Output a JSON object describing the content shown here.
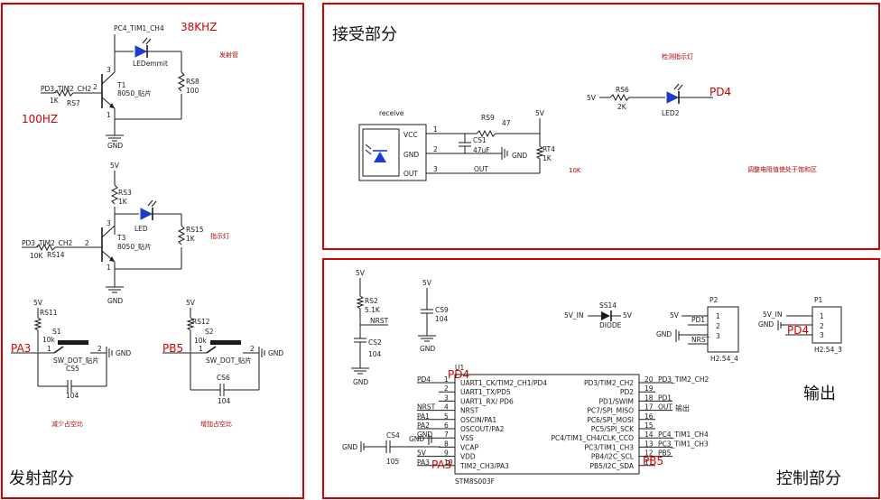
{
  "sections": {
    "transmit": "发射部分",
    "receive": "接受部分",
    "control": "控制部分",
    "output": "输出"
  },
  "transmit": {
    "net_top": "PC4_TIM1_CH4",
    "freq_38k": "38KHZ",
    "freq_100hz": "100HZ",
    "led_emit": "LEDemmit",
    "note_emit": "发射管",
    "rs8": "RS8",
    "rs8_val": "100",
    "t1": "T1",
    "t1_part": "8050_贴片",
    "pd3_1": "PD3_TIM2_CH2",
    "rs7_val": "1K",
    "rs7": "RS7",
    "gnd": "GND",
    "v5": "5V",
    "rs3": "RS3",
    "rs3_val": "1K",
    "led": "LED",
    "rs15": "RS15",
    "rs15_val": "1K",
    "note_indicator": "指示灯",
    "t3": "T3",
    "t3_part": "8050_贴片",
    "pd3_2": "PD3_TIM2_CH2",
    "rs14_val": "10K",
    "rs14": "RS14",
    "pin1": "1",
    "pin2": "2",
    "pin3": "3",
    "rs11": "RS11",
    "rs11_val": "10k",
    "s1": "S1",
    "s1_part": "SW_DOT_贴片",
    "cs5": "CS5",
    "cs5_val": "104",
    "pa3": "PA3",
    "note_dec": "减少占空比",
    "rs12": "RS12",
    "rs12_val": "10k",
    "s2": "S2",
    "s2_part": "SW_DOT_贴片",
    "cs6": "CS6",
    "cs6_val": "104",
    "pb5": "PB5",
    "note_inc": "增加占空比"
  },
  "receive": {
    "note_detect": "检测指示灯",
    "v5": "5V",
    "rs6": "RS6",
    "rs6_val": "2K",
    "led2": "LED2",
    "pd4": "PD4",
    "module": "receive",
    "vcc": "VCC",
    "gnd": "GND",
    "out": "OUT",
    "p1": "1",
    "p2": "2",
    "p3": "3",
    "rs9": "RS9",
    "rs9_val": "47",
    "cs1": "CS1",
    "cs1_val": "47uF",
    "rt4": "RT4",
    "rt4_val": "1K",
    "out_net": "OUT",
    "tenk": "10K",
    "note_adjust": "调整电阻值使处于饱和区"
  },
  "control": {
    "v5a": "5V",
    "rs2": "RS2",
    "rs2_val": "5.1K",
    "nrst": "NRST",
    "cs2": "CS2",
    "cs2_val": "104",
    "gnd": "GND",
    "v5b": "5V",
    "cs9": "CS9",
    "cs9_val": "104",
    "ss14": "SS14",
    "diode_in": "5V_IN",
    "diode_out": "5V",
    "diode": "DIODE",
    "p2": "P2",
    "p2_5v": "5V",
    "p2_pd1": "PD1",
    "p2_nrst": "NRST",
    "p2_part": "H2.54_4",
    "p1": "P1",
    "p1_5vin": "5V_IN",
    "p1_pd4": "PD4",
    "p1_part": "H2.54_3",
    "u1": "U1",
    "u1_part": "STM8S003F",
    "left_pins": [
      {
        "num": "1",
        "name": "UART1_CK/TIM2_CH1/PD4",
        "net": "PD4"
      },
      {
        "num": "2",
        "name": "UART1_TX/PD5",
        "net": ""
      },
      {
        "num": "3",
        "name": "UART1_RX/ PD6",
        "net": ""
      },
      {
        "num": "4",
        "name": "NRST",
        "net": "NRST"
      },
      {
        "num": "5",
        "name": "OSCIN/PA1",
        "net": "PA1"
      },
      {
        "num": "6",
        "name": "OSCOUT/PA2",
        "net": "PA2"
      },
      {
        "num": "7",
        "name": "VSS",
        "net": "GND"
      },
      {
        "num": "8",
        "name": "VCAP",
        "net": ""
      },
      {
        "num": "9",
        "name": "VDD",
        "net": "5V"
      },
      {
        "num": "10",
        "name": "TIM2_CH3/PA3",
        "net": "PA3"
      }
    ],
    "right_pins": [
      {
        "num": "20",
        "name": "PD3/TIM2_CH2",
        "net": "PD3_TIM2_CH2"
      },
      {
        "num": "19",
        "name": "PD2",
        "net": ""
      },
      {
        "num": "18",
        "name": "PD1/SWIM",
        "net": "PD1"
      },
      {
        "num": "17",
        "name": "PC7/SPI_MISO",
        "net": "OUT"
      },
      {
        "num": "16",
        "name": "PC6/SPI_MOSI",
        "net": ""
      },
      {
        "num": "15",
        "name": "PC5/SPI_SCK",
        "net": ""
      },
      {
        "num": "14",
        "name": "PC4/TIM1_CH4/CLK_CCO",
        "net": "PC4_TIM1_CH4"
      },
      {
        "num": "13",
        "name": "PC3/TIM1_CH3",
        "net": "PC3_TIM1_CH3"
      },
      {
        "num": "12",
        "name": "PB4/I2C_SCL",
        "net": "PB5"
      },
      {
        "num": "11",
        "name": "PB5/I2C_SDA",
        "net": ""
      }
    ],
    "cs4": "CS4",
    "cs4_val": "105",
    "cap_gnd": "GND",
    "gnd2": "GND",
    "output_note": "输出",
    "pd4_red": "PD4",
    "pa3_red": "PA3",
    "pb5_red": "PB5"
  }
}
